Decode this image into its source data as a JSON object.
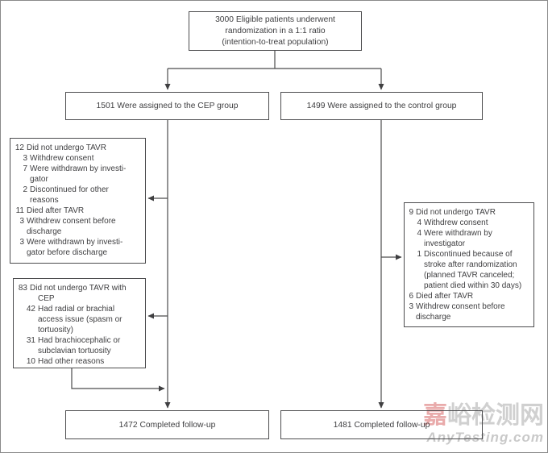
{
  "diagram": {
    "top_box": "3000 Eligible patients underwent\nrandomization in a 1:1 ratio\n(intention-to-treat population)",
    "cep_box": "1501 Were assigned to the CEP group",
    "control_box": "1499 Were assigned to the control group",
    "followup_cep_box": "1472 Completed follow-up",
    "followup_control_box": "1481 Completed follow-up",
    "cep_exclusion_1": {
      "lines": [
        {
          "n": "12",
          "t": "Did not undergo TAVR",
          "lvl": 0
        },
        {
          "n": "3",
          "t": "Withdrew consent",
          "lvl": 1
        },
        {
          "n": "7",
          "t": "Were withdrawn by investi-",
          "lvl": 1
        },
        {
          "n": "",
          "t": "gator",
          "lvl": 1
        },
        {
          "n": "2",
          "t": "Discontinued for other",
          "lvl": 1
        },
        {
          "n": "",
          "t": "reasons",
          "lvl": 1
        },
        {
          "n": "11",
          "t": "Died after TAVR",
          "lvl": 0
        },
        {
          "n": "3",
          "t": "Withdrew consent before",
          "lvl": 0
        },
        {
          "n": "",
          "t": "discharge",
          "lvl": 0
        },
        {
          "n": "3",
          "t": "Were withdrawn by investi-",
          "lvl": 0
        },
        {
          "n": "",
          "t": "gator before discharge",
          "lvl": 0
        }
      ]
    },
    "cep_exclusion_2": {
      "lines": [
        {
          "n": "83",
          "t": "Did not undergo TAVR with",
          "lvl": 0
        },
        {
          "n": "",
          "t": "CEP",
          "lvl": 1
        },
        {
          "n": "42",
          "t": "Had radial or brachial",
          "lvl": 1
        },
        {
          "n": "",
          "t": "access issue (spasm or",
          "lvl": 1
        },
        {
          "n": "",
          "t": "tortuosity)",
          "lvl": 1
        },
        {
          "n": "31",
          "t": "Had brachiocephalic or",
          "lvl": 1
        },
        {
          "n": "",
          "t": "subclavian tortuosity",
          "lvl": 1
        },
        {
          "n": "10",
          "t": "Had other reasons",
          "lvl": 1
        }
      ]
    },
    "control_exclusion": {
      "lines": [
        {
          "n": "9",
          "t": "Did not undergo TAVR",
          "lvl": 0
        },
        {
          "n": "4",
          "t": "Withdrew consent",
          "lvl": 1
        },
        {
          "n": "4",
          "t": "Were withdrawn by",
          "lvl": 1
        },
        {
          "n": "",
          "t": "investigator",
          "lvl": 1
        },
        {
          "n": "1",
          "t": "Discontinued because of",
          "lvl": 1
        },
        {
          "n": "",
          "t": "stroke after randomization",
          "lvl": 1
        },
        {
          "n": "",
          "t": "(planned TAVR canceled;",
          "lvl": 1
        },
        {
          "n": "",
          "t": "patient died within 30 days)",
          "lvl": 1
        },
        {
          "n": "6",
          "t": "Died after TAVR",
          "lvl": 0
        },
        {
          "n": "3",
          "t": "Withdrew consent before",
          "lvl": 0
        },
        {
          "n": "",
          "t": "discharge",
          "lvl": 0
        }
      ]
    }
  },
  "watermark": {
    "cn_first": "嘉",
    "cn_rest": "峪检测网",
    "en": "AnyTesting.com"
  },
  "colors": {
    "line": "#4c4c4e",
    "text": "#3e3e40",
    "watermark_gray": "#d0d0d0",
    "watermark_pink": "#e9abab"
  }
}
